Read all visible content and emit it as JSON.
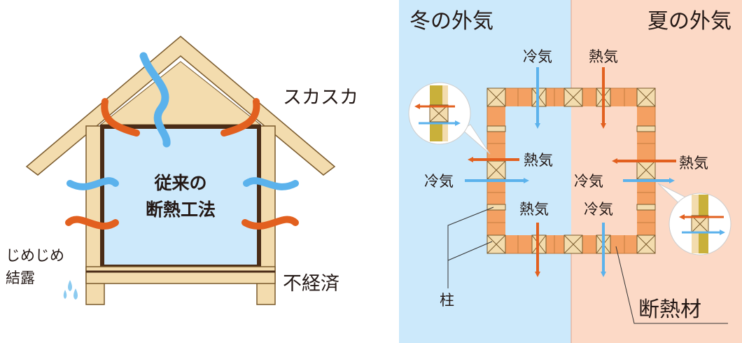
{
  "left_diagram": {
    "center_line1": "従来の",
    "center_line2": "断熱工法",
    "label_roof": "スカスカ",
    "label_condensation_line1": "じめじめ",
    "label_condensation_line2": "結露",
    "label_cost": "不経済"
  },
  "right_diagram": {
    "winter_title": "冬の外気",
    "summer_title": "夏の外気",
    "cold_air": "冷気",
    "hot_air": "熱気",
    "pillar": "柱",
    "insulation": "断熱材"
  },
  "colors": {
    "wood": "#f3dcae",
    "wood_stroke": "#7a5a2c",
    "frame": "#4a2c17",
    "interior": "#cde9fb",
    "winter_bg": "#cce9fb",
    "summer_bg": "#fcd9c6",
    "insulation_block": "#f4a062",
    "cold_arrow": "#5bb2ec",
    "hot_arrow": "#e2601f"
  }
}
